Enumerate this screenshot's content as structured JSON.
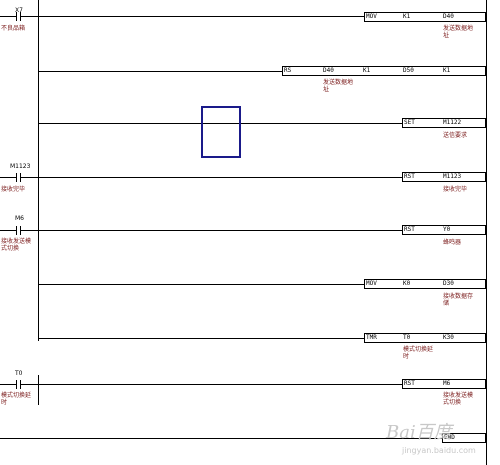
{
  "rungs": [
    {
      "contact": {
        "name": "X7",
        "comment": "不良品箱"
      },
      "instructions": [
        {
          "op": "MOV",
          "args": [
            "K1",
            "D40"
          ],
          "comment": "发送数据地\n址"
        },
        {
          "op": "RS",
          "args": [
            "D40",
            "K1",
            "D50",
            "K1"
          ],
          "comment": "发送数据地\n址"
        },
        {
          "op": "SET",
          "args": [
            "M1122"
          ],
          "comment": "送信要求"
        }
      ]
    },
    {
      "contact": {
        "name": "M1123",
        "comment": "接收完毕"
      },
      "instructions": [
        {
          "op": "RST",
          "args": [
            "M1123"
          ],
          "comment": "接收完毕"
        }
      ]
    },
    {
      "contact": {
        "name": "M6",
        "comment": "接收发送模\n式切换"
      },
      "instructions": [
        {
          "op": "RST",
          "args": [
            "Y0"
          ],
          "comment": "蜂鸣器"
        },
        {
          "op": "MOV",
          "args": [
            "K0",
            "D30"
          ],
          "comment": "接收数据存\n储"
        },
        {
          "op": "TMR",
          "args": [
            "T0",
            "K30"
          ],
          "comment": "模式切换延\n时"
        }
      ]
    },
    {
      "contact": {
        "name": "T0",
        "comment": "模式切换延\n时"
      },
      "instructions": [
        {
          "op": "RST",
          "args": [
            "M6"
          ],
          "comment": "接收发送模\n式切换"
        }
      ]
    },
    {
      "contact": null,
      "instructions": [
        {
          "op": "END",
          "args": [],
          "comment": ""
        }
      ]
    }
  ],
  "watermark": {
    "text": "Bai百度",
    "sub": "jingyan.baidu.com"
  },
  "colors": {
    "comment": "#7a1a1a",
    "selection": "#1a1a8a",
    "lines": "#000000"
  }
}
